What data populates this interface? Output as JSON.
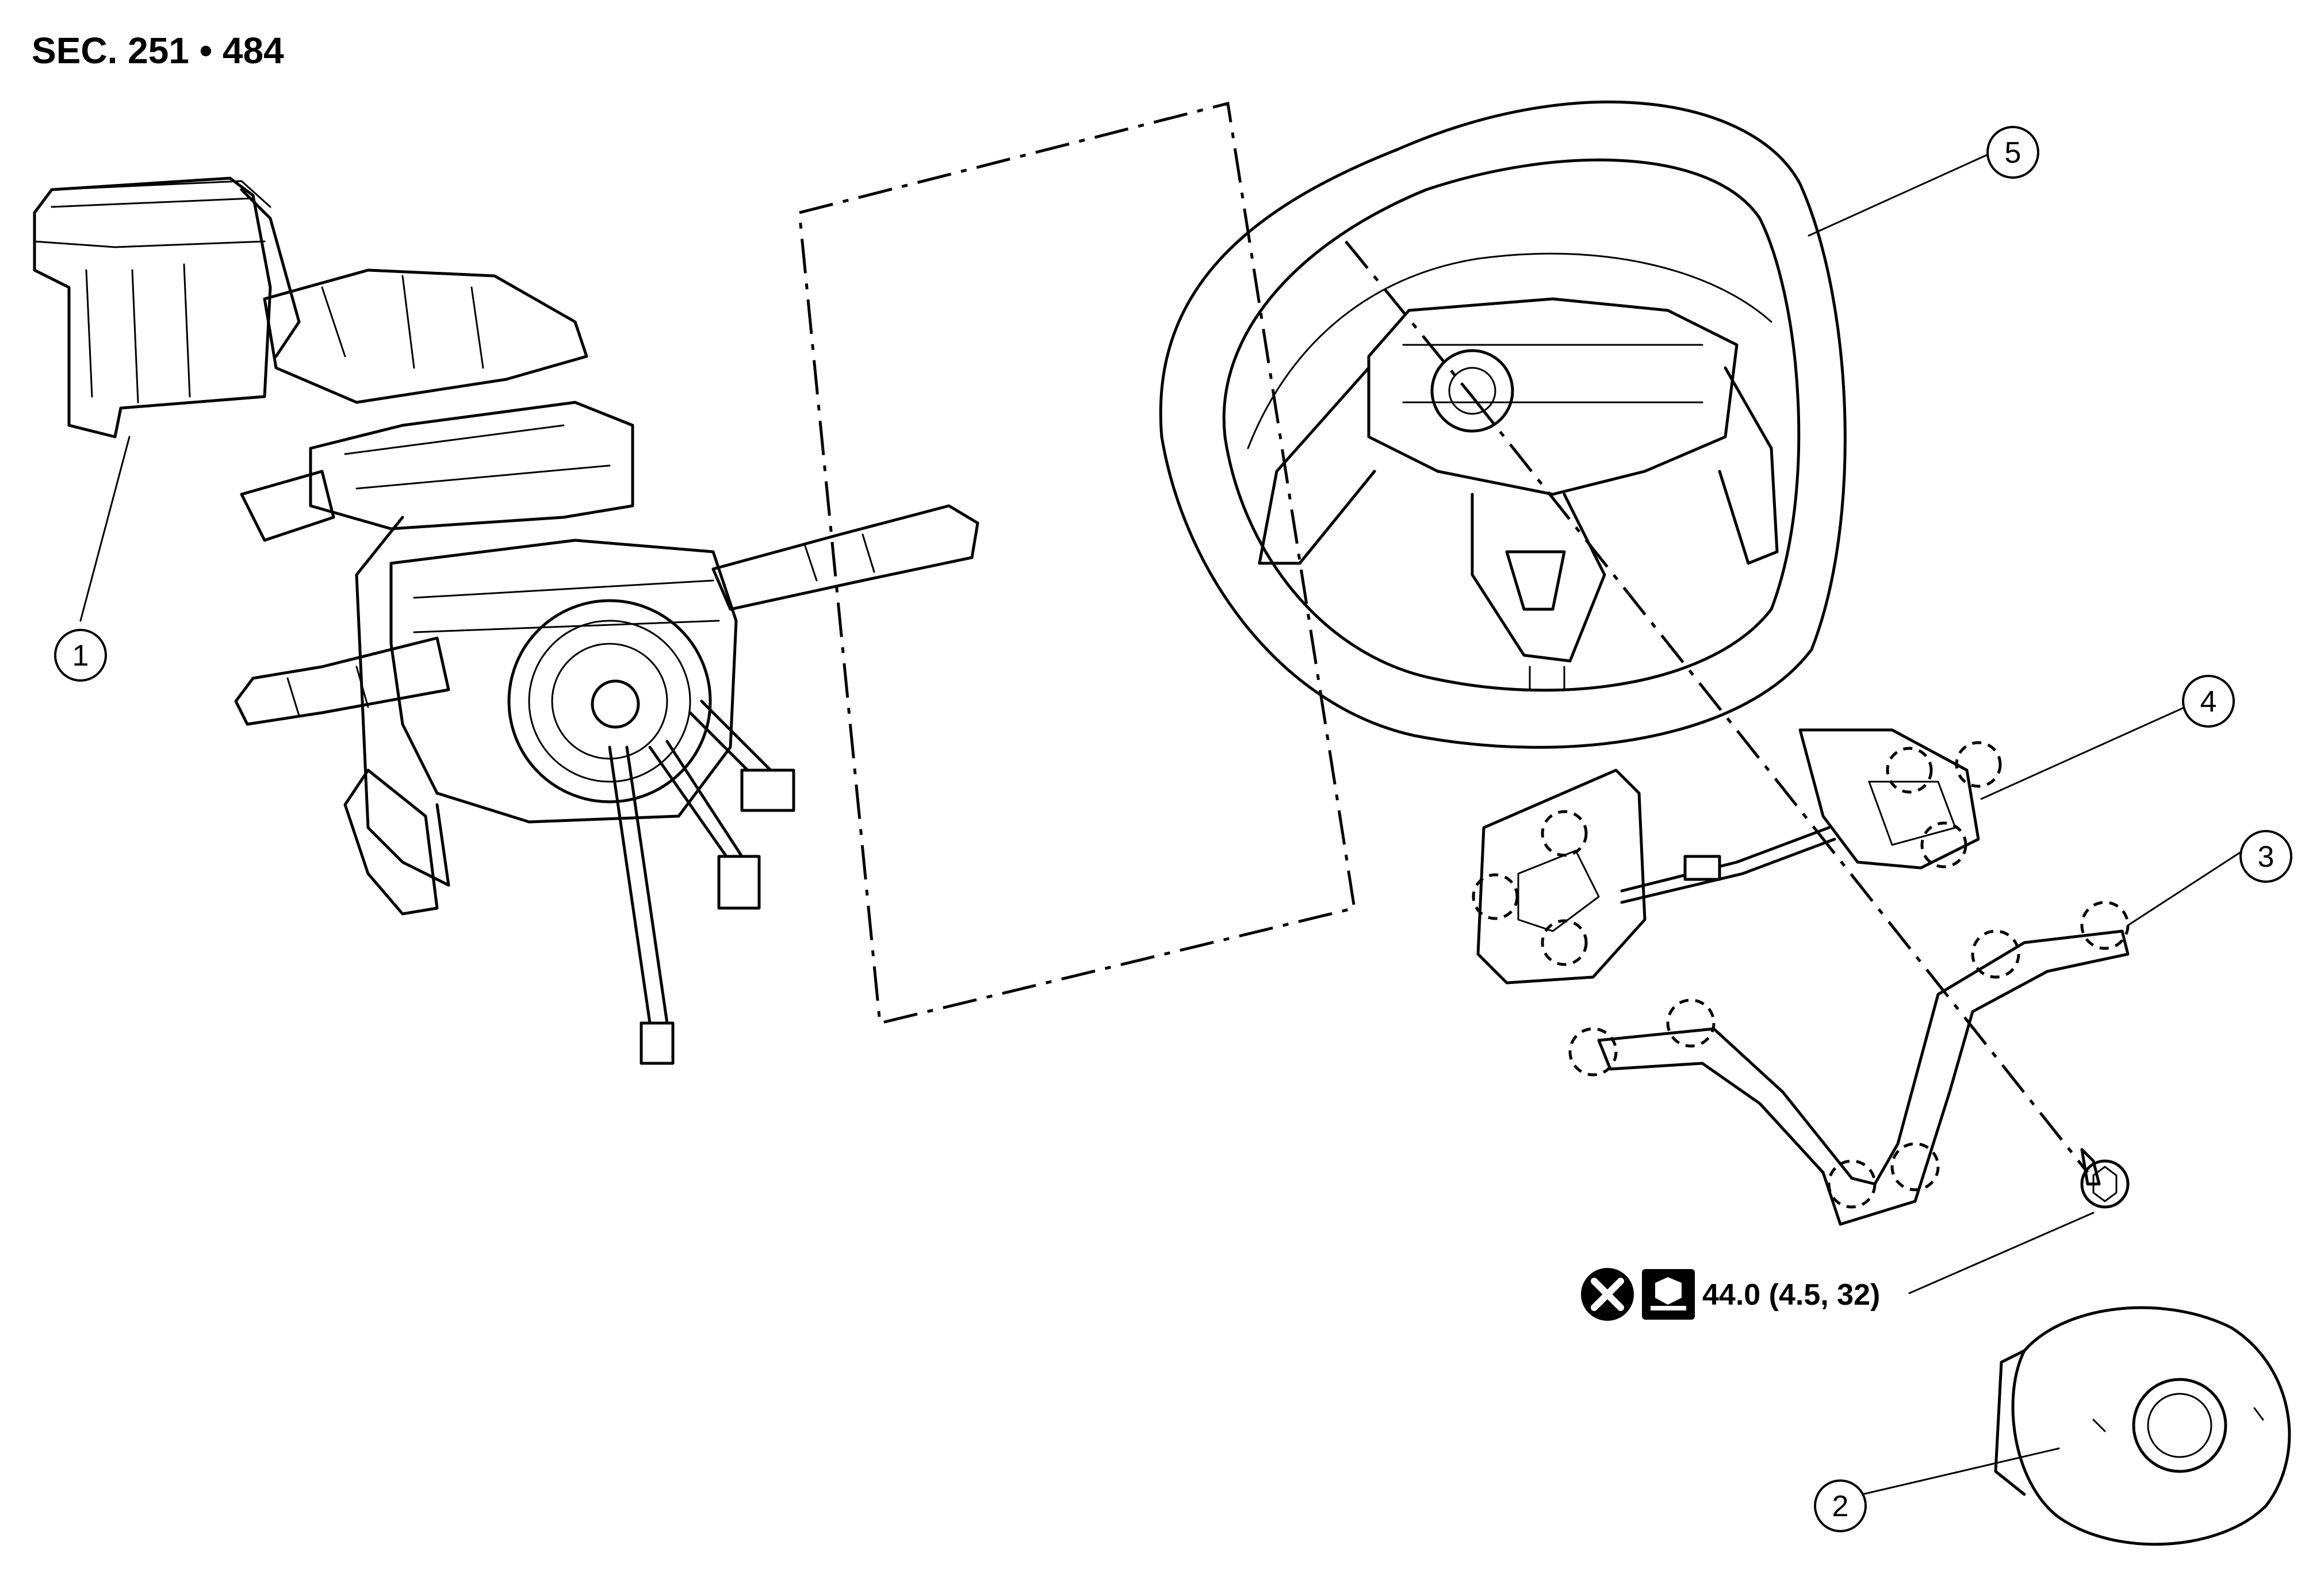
{
  "title": "SEC. 251 • 484",
  "callouts": [
    {
      "id": "1",
      "label": "1"
    },
    {
      "id": "2",
      "label": "2"
    },
    {
      "id": "3",
      "label": "3"
    },
    {
      "id": "4",
      "label": "4"
    },
    {
      "id": "5",
      "label": "5"
    }
  ],
  "torque": {
    "value": "44.0 (4.5, 32)",
    "icons": [
      "do-not-reuse-icon",
      "tightening-torque-icon"
    ]
  }
}
